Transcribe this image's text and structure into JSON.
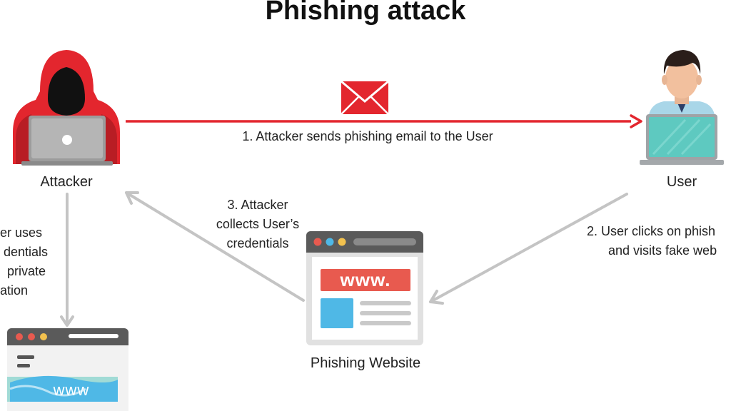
{
  "title": "Phishing attack",
  "nodes": {
    "attacker": "Attacker",
    "user": "User",
    "phishing_website": "Phishing Website"
  },
  "steps": {
    "step1": "1. Attacker sends phishing email to the User",
    "step2_line1": "2. User clicks on phish",
    "step2_line2": "and visits fake web",
    "step3_line1": "3. Attacker",
    "step3_line2": "collects User’s",
    "step3_line3": "credentials",
    "step4_line1": "er uses",
    "step4_line2": "dentials",
    "step4_line3": "private",
    "step4_line4": "ation"
  },
  "site_text": {
    "phishing_banner": "www.",
    "real_banner": "www"
  },
  "colors": {
    "red_accent": "#e3262e",
    "arrow_gray": "#c4c4c4",
    "browser_bar": "#5a5a5a",
    "blue_block": "#4fb8e6",
    "laptop_teal": "#5ec9c0"
  },
  "icons": {
    "attacker": "hooded-hacker-icon",
    "user": "user-at-laptop-icon",
    "email": "envelope-icon",
    "phishing_site": "browser-window-icon"
  }
}
